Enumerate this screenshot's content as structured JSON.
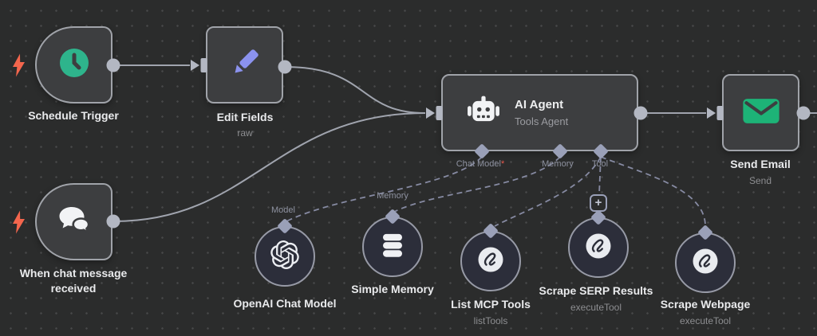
{
  "nodes": {
    "schedule_trigger": {
      "label": "Schedule Trigger"
    },
    "chat_trigger": {
      "line1": "When chat message",
      "line2": "received"
    },
    "edit_fields": {
      "label": "Edit Fields",
      "sublabel": "raw"
    },
    "ai_agent": {
      "title": "AI Agent",
      "subtitle": "Tools Agent"
    },
    "send_email": {
      "label": "Send Email",
      "sublabel": "Send"
    },
    "openai_chat_model": {
      "label": "OpenAI Chat Model"
    },
    "simple_memory": {
      "label": "Simple Memory"
    },
    "list_mcp_tools": {
      "label": "List MCP Tools",
      "sublabel": "listTools"
    },
    "scrape_serp_results": {
      "label": "Scrape SERP Results",
      "sublabel": "executeTool"
    },
    "scrape_webpage": {
      "label": "Scrape Webpage",
      "sublabel": "executeTool"
    }
  },
  "ports": {
    "chat_model": {
      "label": "Chat Model",
      "required_marker": "*"
    },
    "memory": {
      "label": "Memory"
    },
    "tool": {
      "label": "Tool"
    },
    "model_endpoint": {
      "label": "Model"
    },
    "memory_endpoint": {
      "label": "Memory"
    },
    "add_tool_button": {
      "glyph": "+"
    }
  },
  "icons": {
    "schedule_trigger": "clock-icon",
    "chat_trigger": "chat-bubbles-icon",
    "edit_fields": "pencil-icon",
    "ai_agent": "robot-icon",
    "send_email": "envelope-icon",
    "openai_chat_model": "openai-logo-icon",
    "simple_memory": "database-icon",
    "mcp_tool_nodes": "brightdata-coil-icon",
    "trigger_badge": "lightning-bolt-icon"
  },
  "colors": {
    "background": "#2b2c2c",
    "node_fill": "#3d3e40",
    "node_border": "#a0a3a9",
    "subnode_fill": "#2c2e3a",
    "wire": "#a0a4ae",
    "dashed_wire": "#868aa2",
    "diamond": "#9aa0b8",
    "lightning_red": "#f4664d",
    "clock_green": "#2eb48c",
    "email_green": "#1db377",
    "pencil_purple": "#8b92ee",
    "required_red": "#e9594d"
  }
}
